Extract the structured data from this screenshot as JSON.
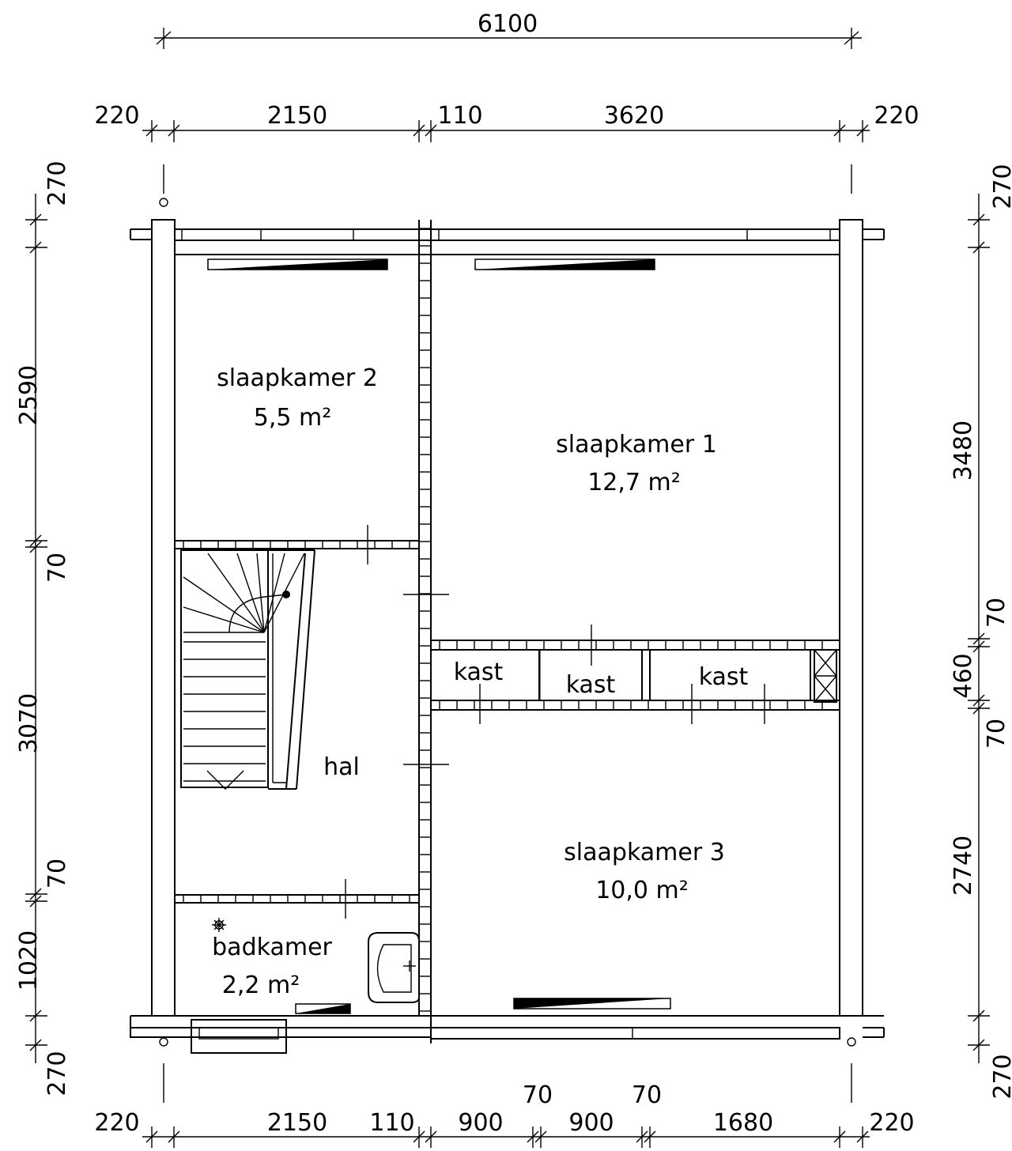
{
  "plan": {
    "overall_width": "6100",
    "top_dims": [
      "220",
      "2150",
      "110",
      "3620",
      "220"
    ],
    "bottom_dims": [
      "220",
      "2150",
      "110",
      "900",
      "70",
      "900",
      "70",
      "1680",
      "220"
    ],
    "left_dims": [
      "270",
      "2590",
      "70",
      "3070",
      "70",
      "1020",
      "270"
    ],
    "right_dims": [
      "270",
      "3480",
      "70",
      "460",
      "70",
      "2740",
      "270"
    ],
    "rooms": [
      {
        "name": "slaapkamer 2",
        "area": "5,5 m²"
      },
      {
        "name": "slaapkamer 1",
        "area": "12,7 m²"
      },
      {
        "name": "hal",
        "area": ""
      },
      {
        "name": "slaapkamer 3",
        "area": "10,0 m²"
      },
      {
        "name": "badkamer",
        "area": "2,2 m²"
      }
    ],
    "closets": [
      "kast",
      "kast",
      "kast"
    ]
  }
}
